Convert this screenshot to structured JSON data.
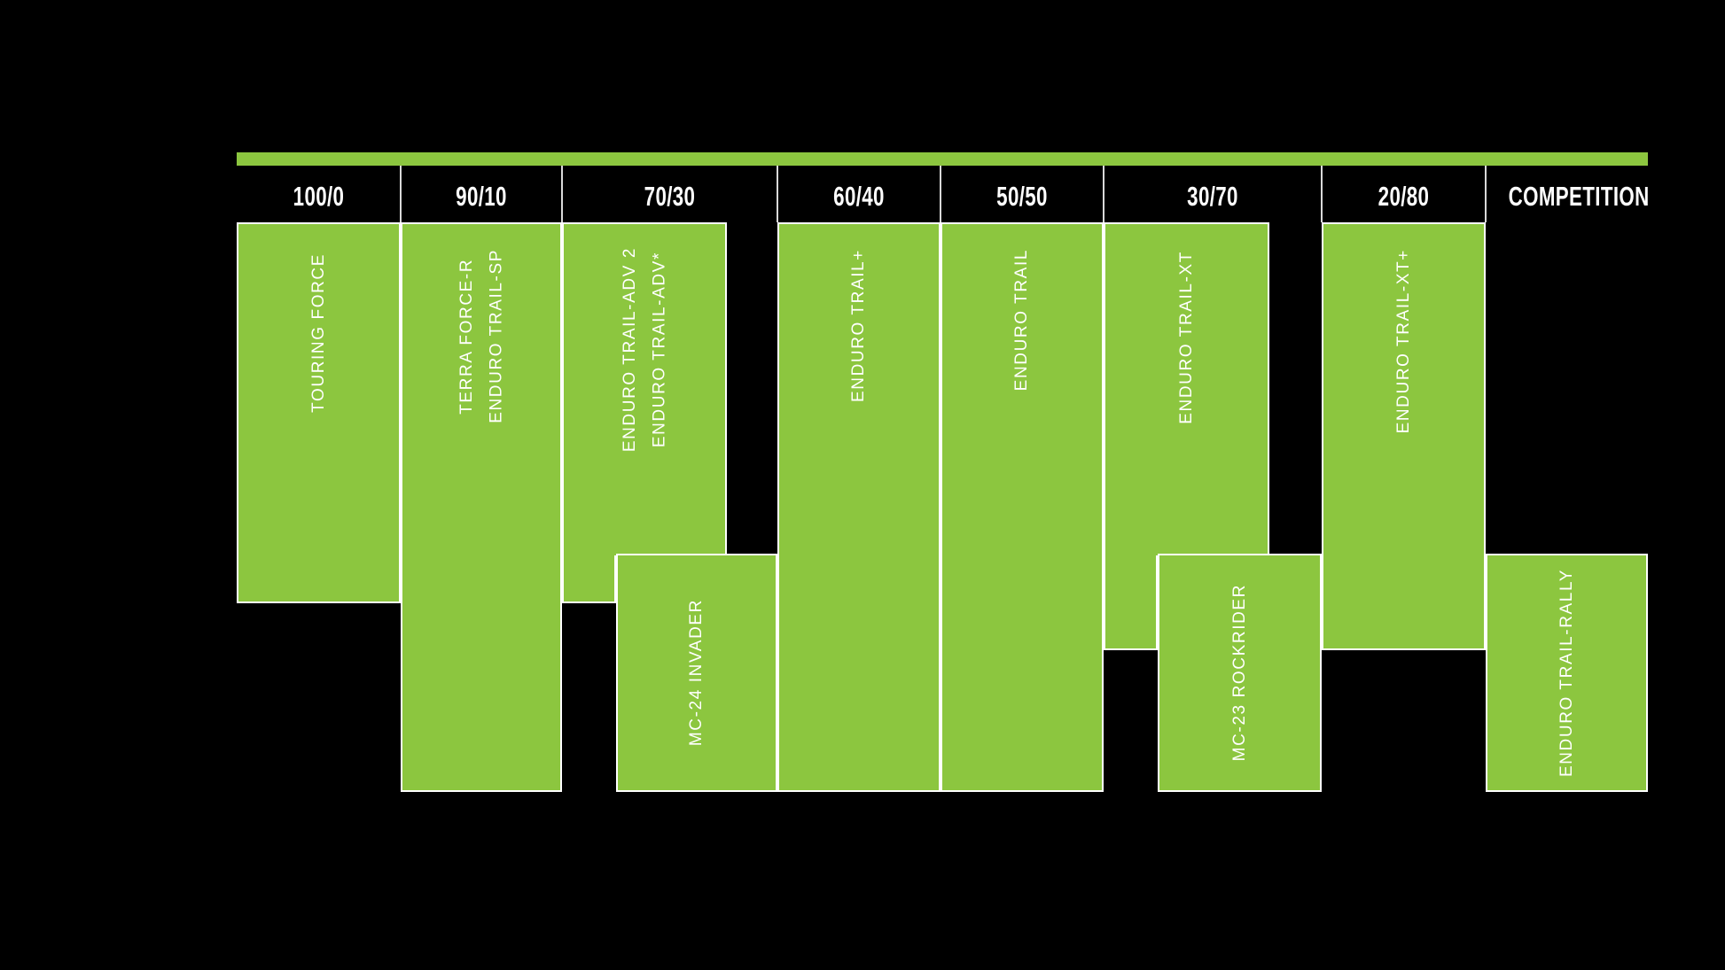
{
  "colors": {
    "accent_green": "#8CC63F",
    "background": "#000000",
    "border_white": "#FFFFFF",
    "label_text": "#FFFFFF"
  },
  "header": {
    "columns": [
      "100/0",
      "90/10",
      "70/30",
      "60/40",
      "50/50",
      "30/70",
      "20/80",
      "COMPETITION"
    ]
  },
  "blocks": [
    {
      "id": "touring-force",
      "label": "TOURING FORCE"
    },
    {
      "id": "terra-force-r",
      "label": "TERRA FORCE-R\nENDURO TRAIL-SP"
    },
    {
      "id": "enduro-trail-adv",
      "label": "ENDURO TRAIL-ADV 2\nENDURO TRAIL-ADV*"
    },
    {
      "id": "mc-24-invader",
      "label": "MC-24 INVADER"
    },
    {
      "id": "enduro-trail-plus",
      "label": "ENDURO TRAIL+"
    },
    {
      "id": "enduro-trail",
      "label": "ENDURO TRAIL"
    },
    {
      "id": "enduro-trail-xt",
      "label": "ENDURO TRAIL-XT"
    },
    {
      "id": "mc-23-rockrider",
      "label": "MC-23 ROCKRIDER"
    },
    {
      "id": "enduro-trail-xt-plus",
      "label": "ENDURO TRAIL-XT+"
    },
    {
      "id": "enduro-trail-rally",
      "label": "ENDURO TRAIL-RALLY"
    }
  ],
  "chart_data": {
    "type": "table",
    "title": "",
    "categories": [
      "100/0",
      "90/10",
      "70/30",
      "60/40",
      "50/50",
      "30/70",
      "20/80",
      "COMPETITION"
    ],
    "grid": false,
    "legend_position": "none",
    "cells": [
      {
        "category": "100/0",
        "band": "upper",
        "products": [
          "TOURING FORCE"
        ]
      },
      {
        "category": "90/10",
        "band": "full",
        "products": [
          "TERRA FORCE-R",
          "ENDURO TRAIL-SP"
        ]
      },
      {
        "category": "70/30",
        "band": "upper",
        "products": [
          "ENDURO TRAIL-ADV 2",
          "ENDURO TRAIL-ADV*"
        ]
      },
      {
        "category": "70/30",
        "band": "lower",
        "products": [
          "MC-24 INVADER"
        ]
      },
      {
        "category": "60/40",
        "band": "full",
        "products": [
          "ENDURO TRAIL+"
        ]
      },
      {
        "category": "50/50",
        "band": "full",
        "products": [
          "ENDURO TRAIL"
        ]
      },
      {
        "category": "30/70",
        "band": "upper",
        "products": [
          "ENDURO TRAIL-XT"
        ]
      },
      {
        "category": "30/70",
        "band": "lower",
        "products": [
          "MC-23 ROCKRIDER"
        ]
      },
      {
        "category": "20/80",
        "band": "upper",
        "products": [
          "ENDURO TRAIL-XT+"
        ]
      },
      {
        "category": "COMPETITION",
        "band": "lower",
        "products": [
          "ENDURO TRAIL-RALLY"
        ]
      }
    ]
  }
}
